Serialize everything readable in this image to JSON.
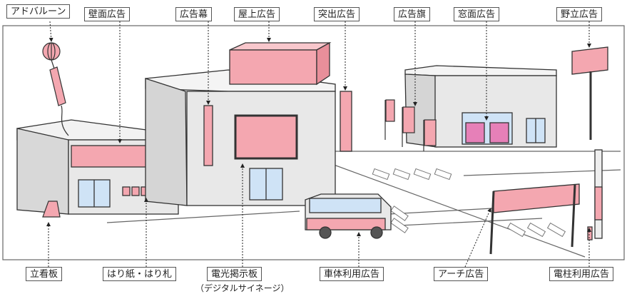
{
  "labels": {
    "ad_balloon": "アドバルーン",
    "wall_ad": "壁面広告",
    "banner_curtain": "広告幕",
    "rooftop_ad": "屋上広告",
    "projecting_ad": "突出広告",
    "ad_flag": "広告旗",
    "window_ad": "窓面広告",
    "freestanding_ad": "野立広告",
    "standing_sign": "立看板",
    "posters_tags": "はり紙・はり札",
    "electric_board": "電光掲示板",
    "electric_board_sub": "（デジタルサイネージ）",
    "vehicle_ad": "車体利用広告",
    "arch_ad": "アーチ広告",
    "pole_ad": "電柱利用広告"
  },
  "colors": {
    "ad_pink": "#f4a7b0",
    "wall_gray": "#e6e6e6",
    "window_blue": "#cfe3f6",
    "outline": "#333333"
  }
}
